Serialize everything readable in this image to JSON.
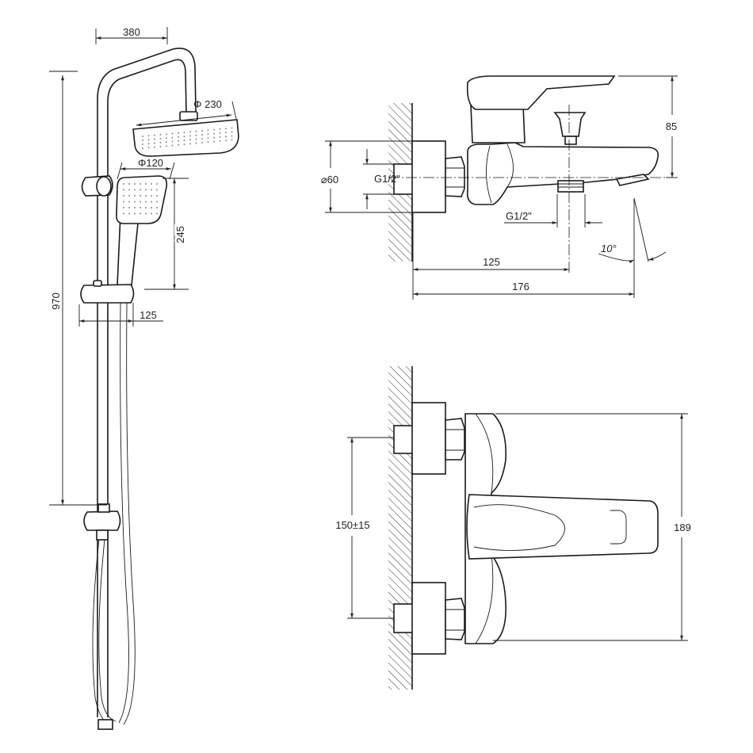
{
  "shower_set": {
    "dims": {
      "overhead_arm": "380",
      "head_diameter": "Φ 230",
      "hand_diameter": "Φ120",
      "hand_height": "245",
      "total_height": "970",
      "slider_offset": "125"
    }
  },
  "mixer_side_view": {
    "dims": {
      "flange_diameter": "⌀60",
      "inlet_thread": "G1/2\"",
      "outlet_thread": "G1/2\"",
      "height": "85",
      "outlet_distance": "125",
      "spout_length": "176",
      "angle": "10°"
    }
  },
  "mixer_top_view": {
    "dims": {
      "inlet_spacing": "150±15",
      "body_width": "189"
    }
  }
}
